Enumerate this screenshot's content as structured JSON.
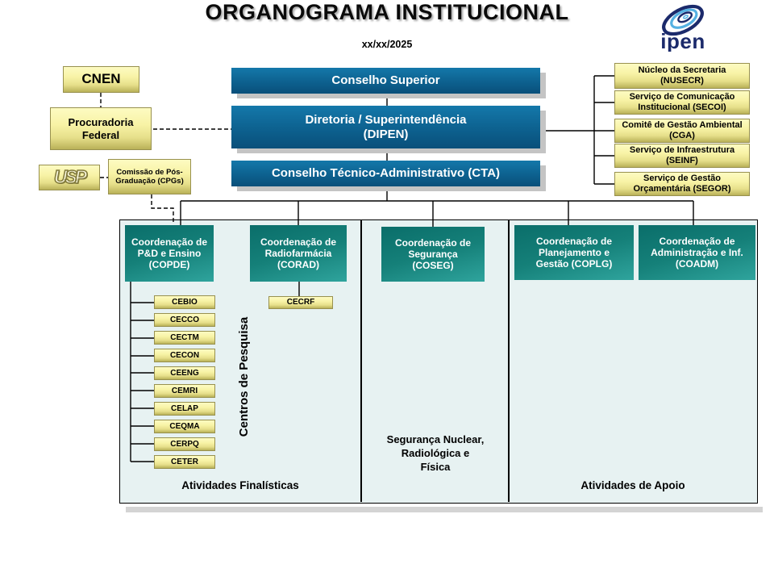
{
  "header": {
    "title": "ORGANOGRAMA INSTITUCIONAL",
    "date": "xx/xx/2025",
    "logo_text": "ipen"
  },
  "external_nodes": {
    "cnen": "CNEN",
    "procuradoria": "Procuradoria Federal",
    "usp": "USP",
    "cpgs": "Comissão de Pós-Graduação (CPGs)"
  },
  "governance": {
    "conselho_superior": "Conselho Superior",
    "dipen_line1": "Diretoria / Superintendência",
    "dipen_line2": "(DIPEN)",
    "cta": "Conselho Técnico-Administrativo (CTA)"
  },
  "staff_units": [
    "Núcleo da Secretaria (NUSECR)",
    "Serviço de Comunicação Institucional (SECOI)",
    "Comitê de Gestão Ambiental (CGA)",
    "Serviço de Infraestrutura (SEINF)",
    "Serviço de Gestão Orçamentária (SEGOR)"
  ],
  "coordinations": [
    "Coordenação de P&D e Ensino (COPDE)",
    "Coordenação de Radiofarmácia (CORAD)",
    "Coordenação de Segurança (COSEG)",
    "Coordenação de Planejamento e Gestão (COPLG)",
    "Coordenação de Administração e Inf. (COADM)"
  ],
  "research_centers": [
    "CEBIO",
    "CECCO",
    "CECTM",
    "CECON",
    "CEENG",
    "CEMRI",
    "CELAP",
    "CEQMA",
    "CERPQ",
    "CETER"
  ],
  "research_centers_label": "Centros de Pesquisa",
  "radiopharmacy_center": "CECRF",
  "panels": {
    "finalisticas": "Atividades Finalísticas",
    "seguranca": "Segurança Nuclear, Radiológica e Física",
    "apoio": "Atividades de Apoio"
  },
  "colors": {
    "box_blue": "#0d618f",
    "box_teal": "#158079",
    "box_yellow": "#f5f0a2",
    "panel_bg": "#e7f2f2",
    "logo_navy": "#1b2a6b",
    "logo_lightblue": "#55b1e2"
  }
}
